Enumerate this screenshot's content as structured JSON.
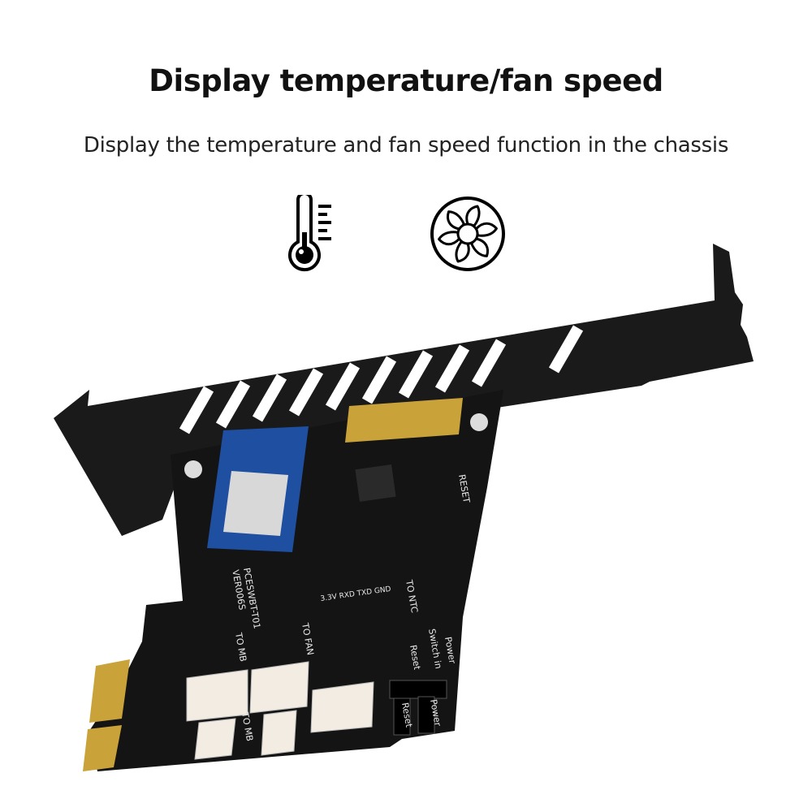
{
  "heading": {
    "title": "Display temperature/fan speed",
    "subtitle": "Display the temperature and fan speed function in the chassis"
  },
  "icons": [
    "thermometer-icon",
    "fan-icon"
  ],
  "board": {
    "labels": {
      "model": "PCESWBT-T01",
      "version": "VER006S",
      "reset": "RESET",
      "to_fan": "TO FAN",
      "to_mb": "TO MB",
      "to_mb_2": "TO MB",
      "to_ntc": "TO NTC",
      "power": "Power",
      "switch_in": "Switch in",
      "reset_pin": "Reset",
      "power_pin": "Power",
      "reset_pin_2": "Reset",
      "uart": "3.3V RXD TXD GND"
    },
    "colors": {
      "pcb": "#141414",
      "bracket": "#1a1a1a",
      "module": "#1f4fa0",
      "gold": "#c9a23a",
      "connector": "#f2ece2"
    }
  }
}
